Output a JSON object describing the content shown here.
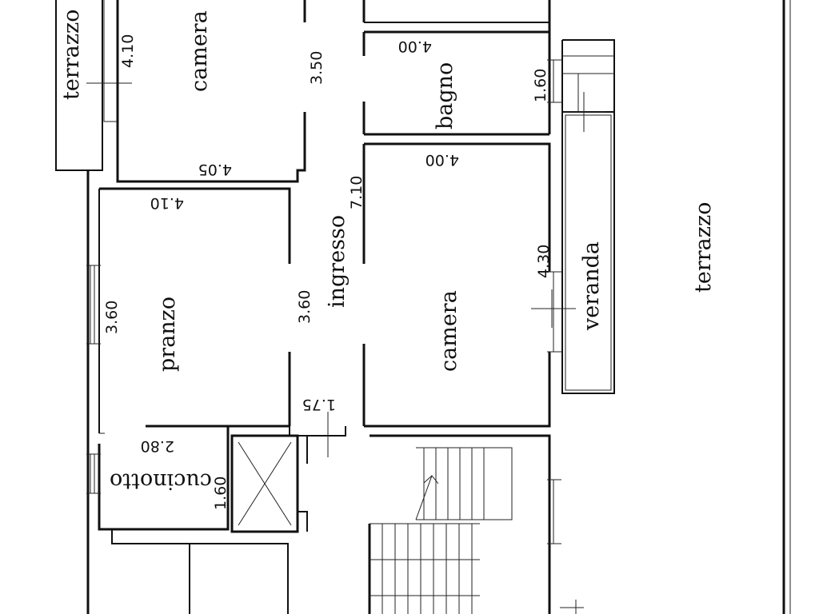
{
  "plan": {
    "rooms": {
      "terrazzo_top_left": "terrazzo",
      "camera_top": "camera",
      "bagno": "bagno",
      "ingresso": "ingresso",
      "pranzo": "pranzo",
      "camera_middle": "camera",
      "veranda": "veranda",
      "terrazzo_right": "terrazzo",
      "cucinotto": "cucinotto"
    },
    "dimensions": {
      "d_410_top": "4.10",
      "d_350": "3.50",
      "d_400_bagno": "4.00",
      "d_160_bagno": "1.60",
      "d_405": "4.05",
      "d_400_camera": "4.00",
      "d_410_pranzo": "4.10",
      "d_710": "7.10",
      "d_430": "4.30",
      "d_360_left": "3.60",
      "d_360_mid": "3.60",
      "d_175": "1.75",
      "d_280": "2.80",
      "d_160_cucinotto": "1.60"
    }
  }
}
